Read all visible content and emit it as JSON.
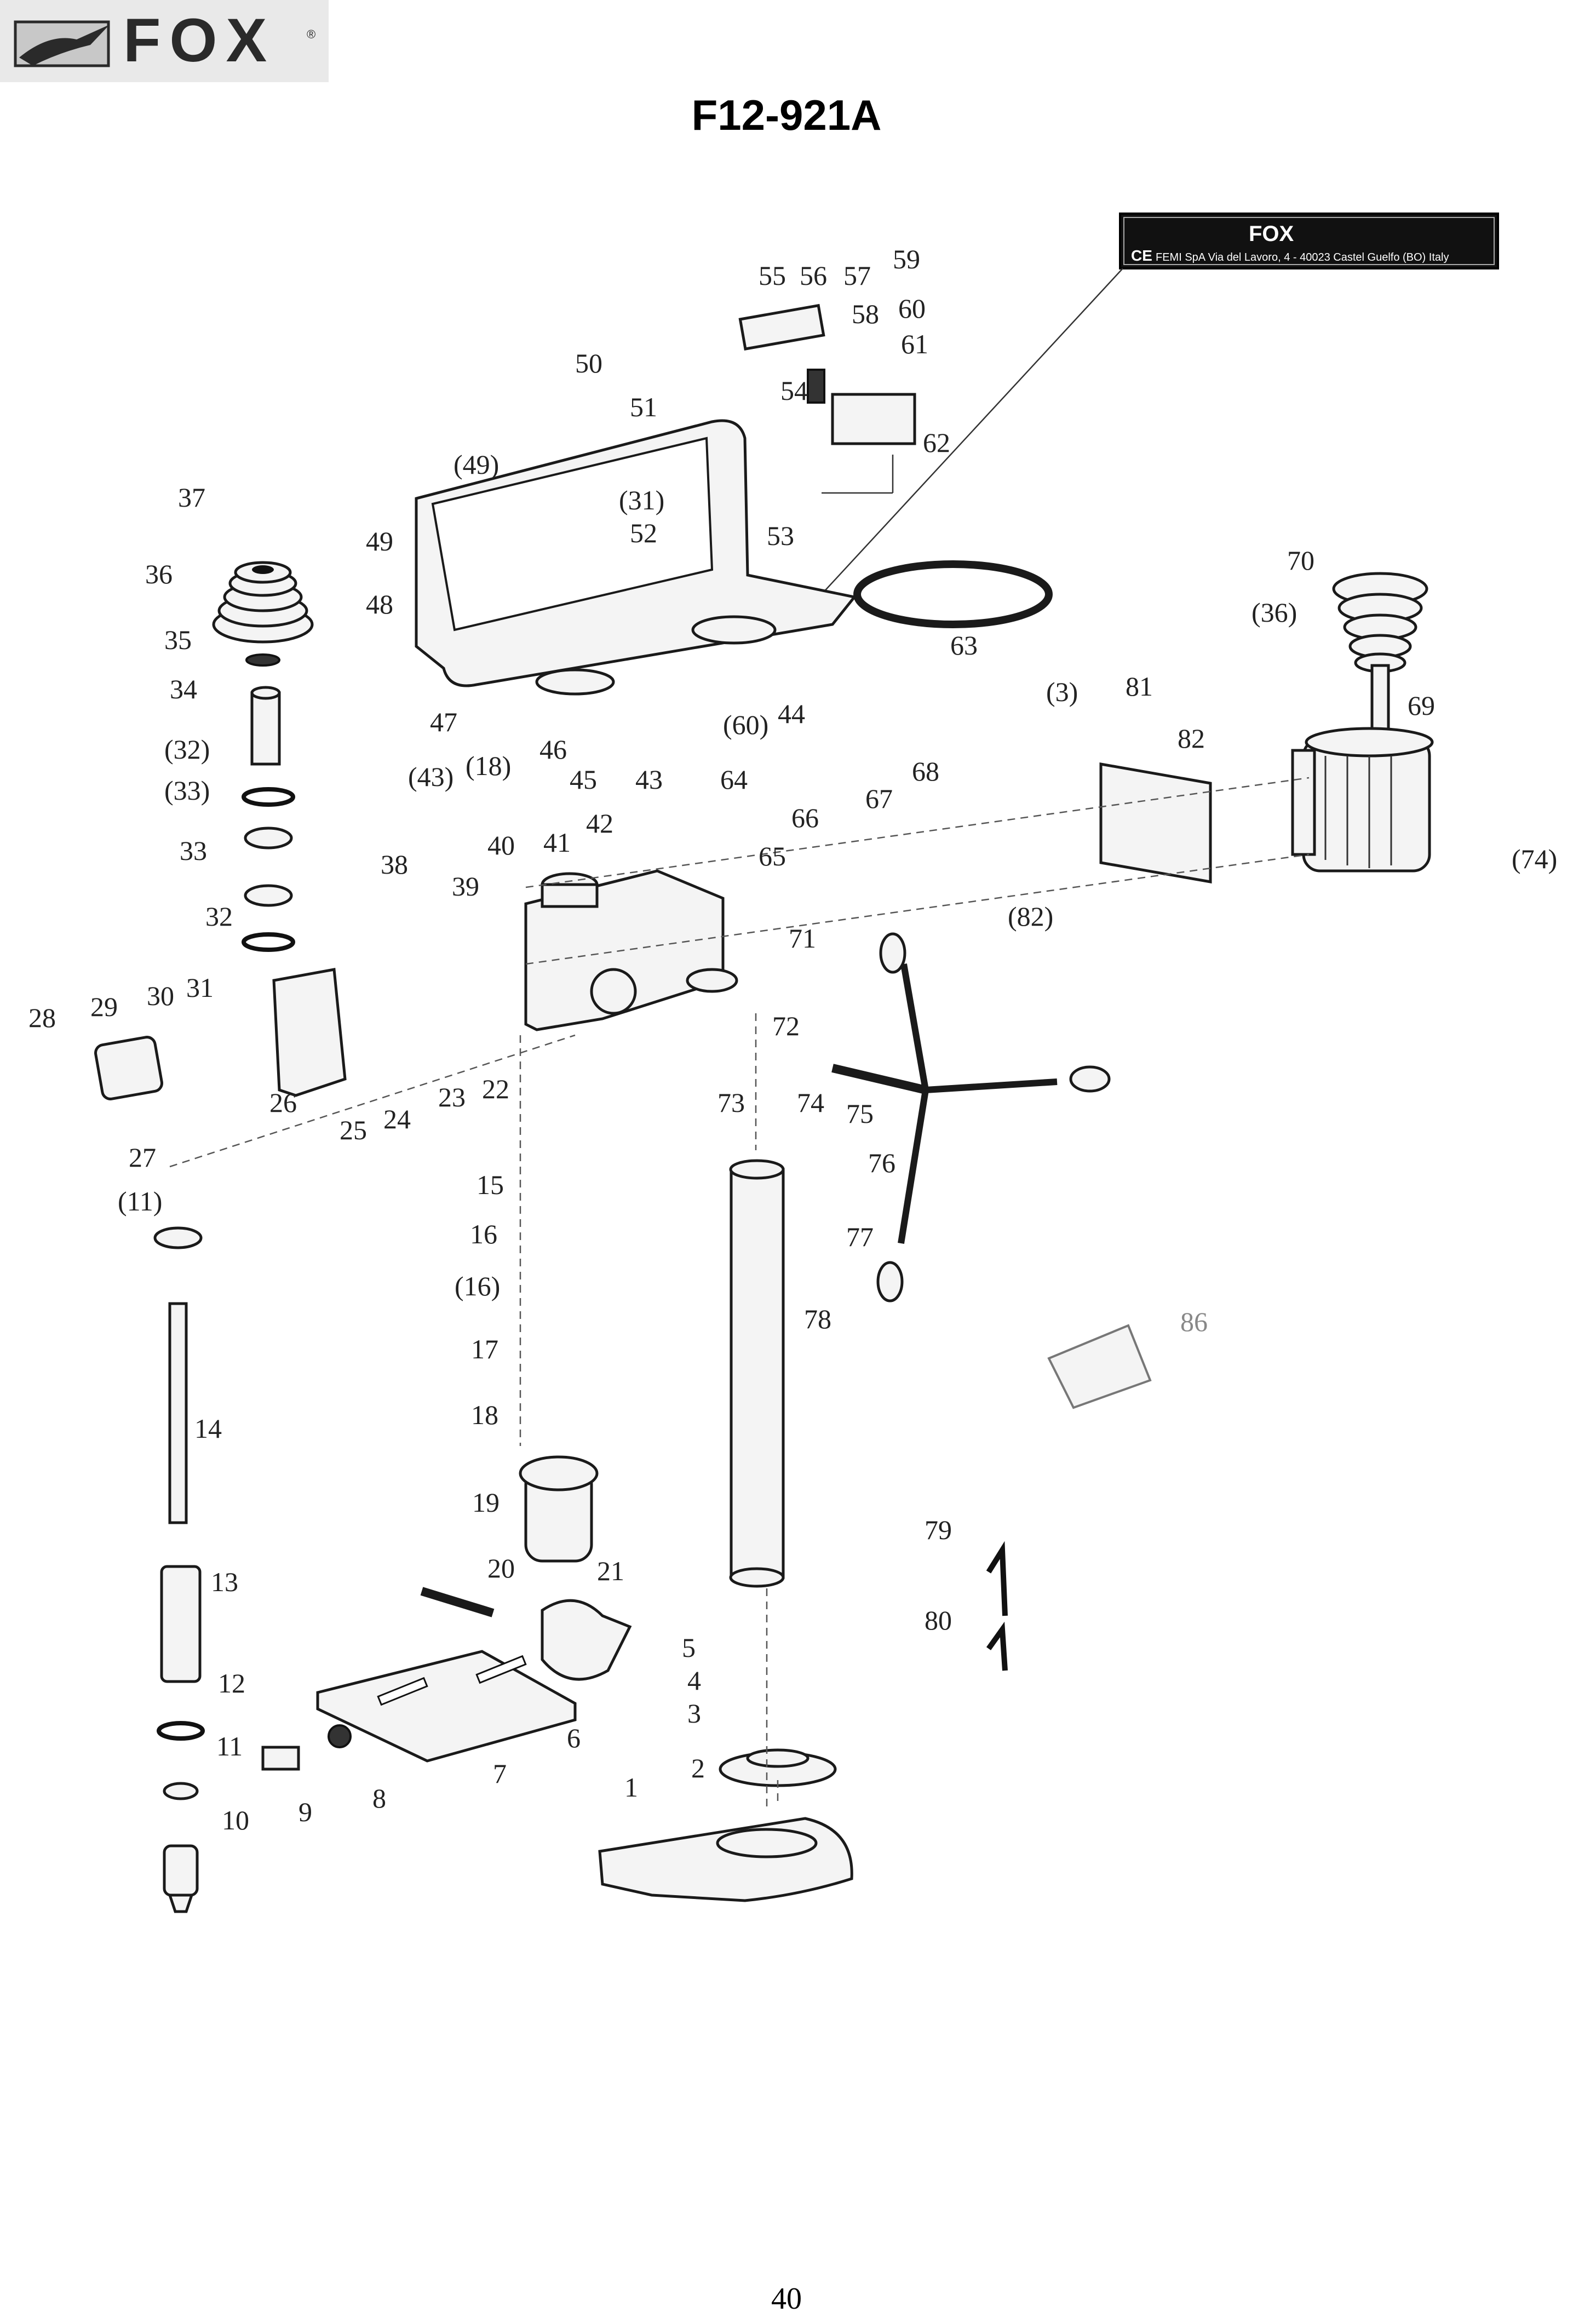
{
  "brand": {
    "logo_text": "FOX",
    "registered": "®"
  },
  "title": "F12-921A",
  "page_number": "40",
  "nameplate": {
    "brand": "FOX",
    "ce_mark": "CE",
    "address": "FEMI SpA  Via del Lavoro, 4 - 40023 Castel Guelfo (BO) Italy"
  },
  "part_labels": [
    "1",
    "2",
    "3",
    "4",
    "5",
    "6",
    "7",
    "8",
    "9",
    "10",
    "11",
    "12",
    "13",
    "14",
    "15",
    "16",
    "(16)",
    "17",
    "18",
    "(18)",
    "19",
    "20",
    "21",
    "22",
    "23",
    "24",
    "25",
    "26",
    "27",
    "28",
    "29",
    "30",
    "31",
    "(31)",
    "32",
    "(32)",
    "33",
    "(33)",
    "34",
    "35",
    "36",
    "(36)",
    "37",
    "38",
    "39",
    "40",
    "41",
    "42",
    "43",
    "(43)",
    "44",
    "45",
    "46",
    "47",
    "48",
    "49",
    "(49)",
    "50",
    "51",
    "52",
    "53",
    "54",
    "55",
    "56",
    "57",
    "58",
    "59",
    "60",
    "(60)",
    "61",
    "62",
    "63",
    "64",
    "65",
    "66",
    "67",
    "68",
    "69",
    "70",
    "71",
    "72",
    "73",
    "74",
    "(74)",
    "75",
    "76",
    "77",
    "78",
    "79",
    "80",
    "81",
    "82",
    "(82)",
    "86",
    "(3)",
    "(11)"
  ]
}
